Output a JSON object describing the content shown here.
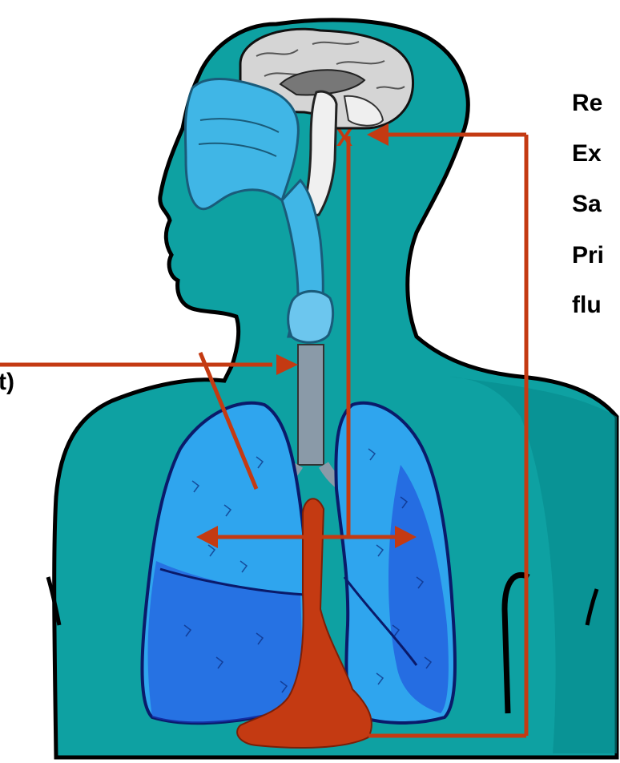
{
  "labels": {
    "cut_left": "t)",
    "right_lines": [
      "Re",
      "Ex",
      "Sa",
      "Pri",
      "flu"
    ]
  },
  "colors": {
    "background": "#ffffff",
    "body": "#0ea1a2",
    "body_dark": "#078a8c",
    "outline": "#000000",
    "airway": "#40b6e6",
    "lung_light": "#2fa5ee",
    "lung_dark": "#1d3fd8",
    "brain": "#d5d5d5",
    "arrow": "#c43a12"
  },
  "markers": {
    "brain_target": "X"
  }
}
